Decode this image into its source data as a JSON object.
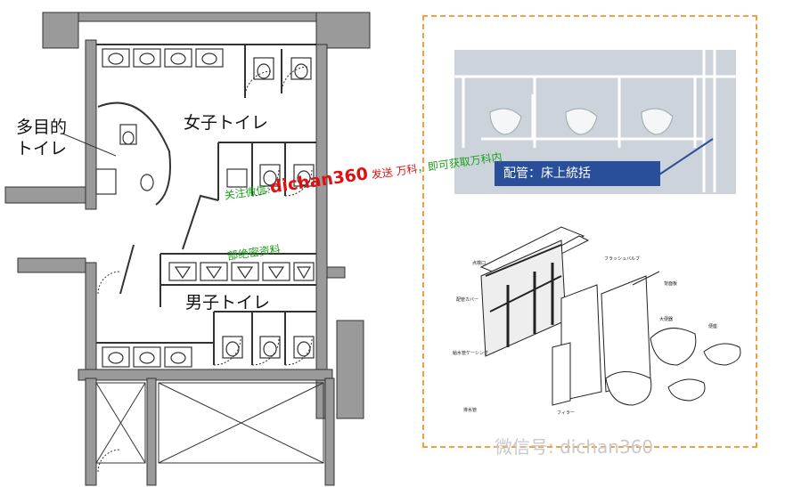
{
  "floor_plan": {
    "labels": {
      "multipurpose_toilet": "多目的\nトイレ",
      "womens_toilet": "女子トイレ",
      "mens_toilet": "男子トイレ"
    }
  },
  "photo_panel": {
    "caption": "配管：床上統括"
  },
  "exploded_view": {
    "callouts": [
      "点検口",
      "フラッシュバルブ",
      "配管カバー",
      "給水管ケーシング",
      "排水管",
      "フィラー",
      "大便器",
      "便座",
      "背面板"
    ]
  },
  "watermarks": {
    "line1_prefix": "关注微信:",
    "line1_id": "dichan360",
    "line1_send": "发送",
    "line1_keyword": "万科",
    "line1_suffix": "，即可获取万科内",
    "line2": "部绝密资料",
    "bottom": "微信号: dichan360"
  }
}
